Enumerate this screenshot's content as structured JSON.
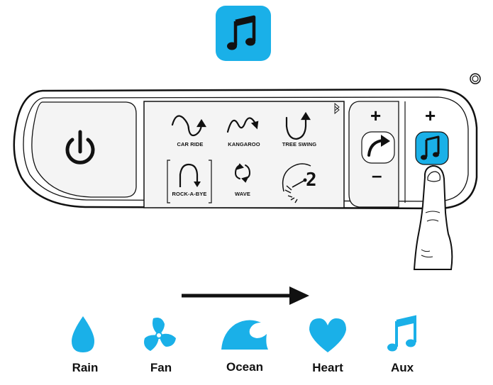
{
  "colors": {
    "accent": "#1ab0e8",
    "outline": "#111111",
    "panel_fill": "#f4f4f4"
  },
  "top_badge": {
    "icon": "music-note-icon"
  },
  "control_panel": {
    "power": {
      "icon": "power-icon"
    },
    "modes": [
      {
        "label": "CAR RIDE",
        "icon": "car-ride-icon"
      },
      {
        "label": "KANGAROO",
        "icon": "kangaroo-icon"
      },
      {
        "label": "TREE SWING",
        "icon": "tree-swing-icon"
      },
      {
        "label": "ROCK-A-BYE",
        "icon": "rock-a-bye-icon"
      },
      {
        "label": "WAVE",
        "icon": "wave-icon"
      }
    ],
    "speed": {
      "value": "2",
      "icon": "speed-dial-icon"
    },
    "bluetooth_icon": "bluetooth-icon",
    "motion_control": {
      "plus": "+",
      "minus": "–",
      "icon": "motion-arrow-icon"
    },
    "sound_control": {
      "plus": "+",
      "icon": "music-note-icon"
    }
  },
  "direction_arrow": {
    "icon": "right-arrow-icon"
  },
  "sounds": [
    {
      "label": "Rain",
      "icon": "raindrop-icon"
    },
    {
      "label": "Fan",
      "icon": "fan-icon"
    },
    {
      "label": "Ocean",
      "icon": "ocean-wave-icon"
    },
    {
      "label": "Heart",
      "icon": "heart-icon"
    },
    {
      "label": "Aux",
      "icon": "music-note-icon"
    }
  ]
}
